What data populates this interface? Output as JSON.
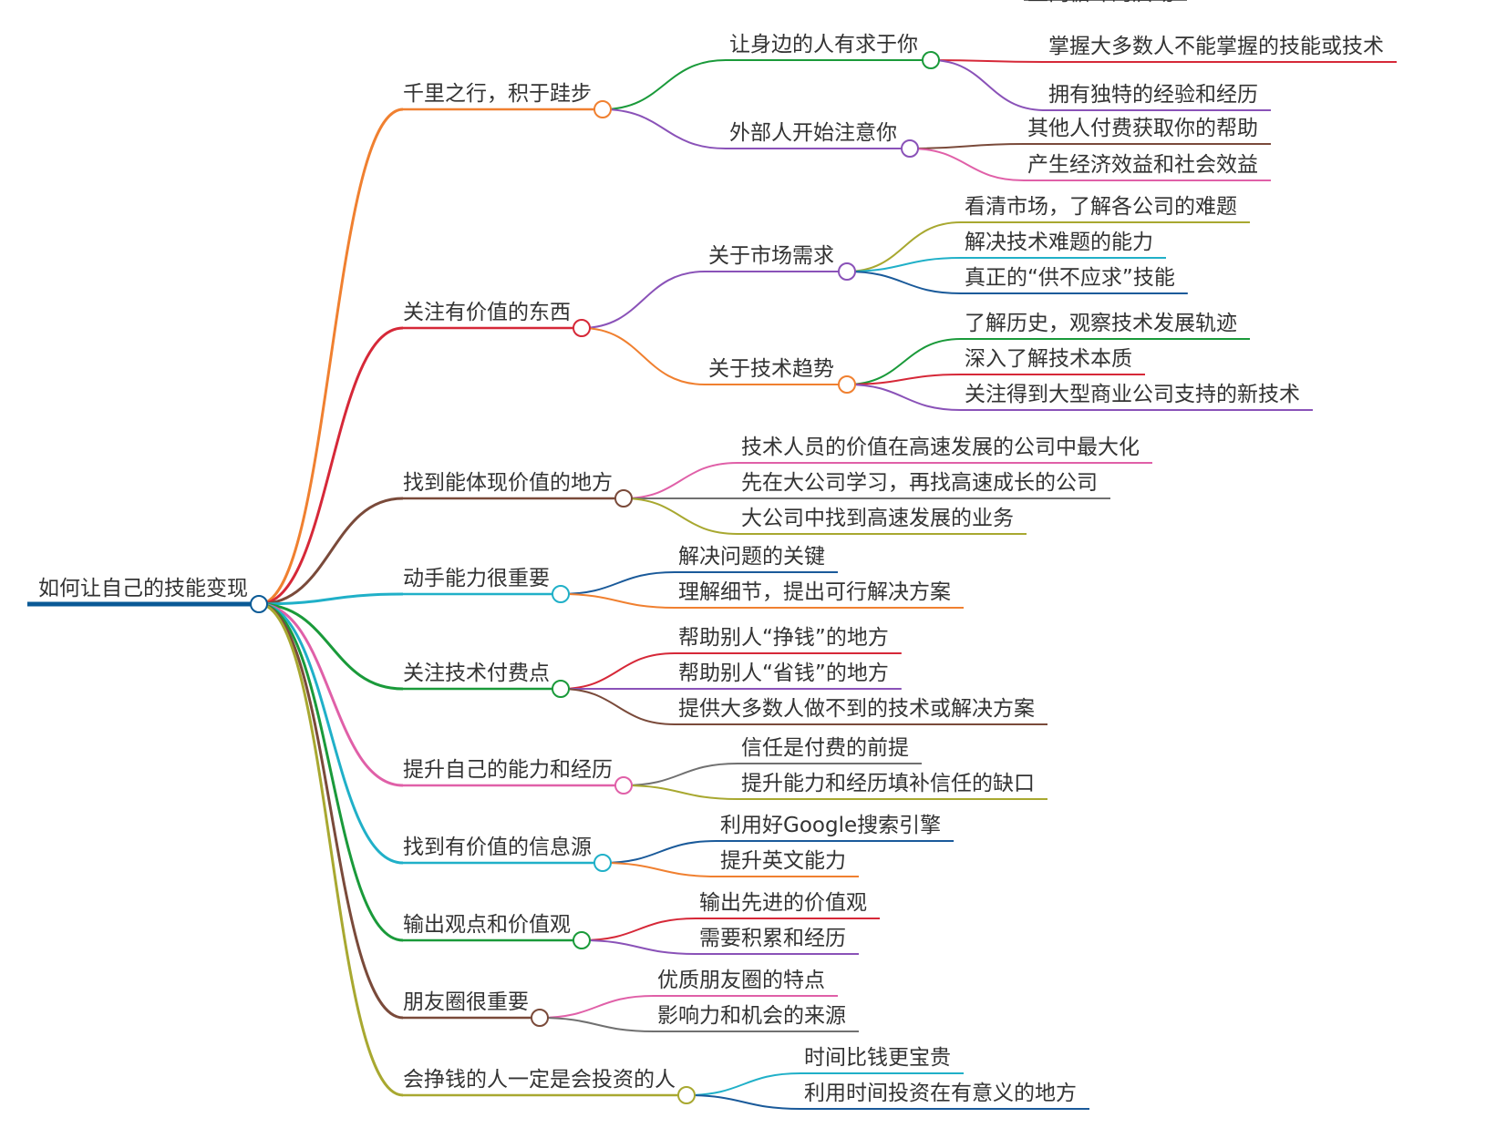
{
  "root": {
    "label": "如何让自己的技能变现",
    "color": "#0a5a96"
  },
  "branches": [
    {
      "label": "千里之行，积于跬步",
      "color": "#f08030",
      "children": [
        {
          "label": "让身边的人有求于你",
          "color": "#1a9a3a",
          "children": [
            {
              "label": "掌握大多数人不能掌握的技能或技术",
              "color": "#d62838"
            },
            {
              "label": "拥有独特的经验和经历",
              "color": "#8a52b8"
            }
          ]
        },
        {
          "label": "外部人开始注意你",
          "color": "#8a52b8",
          "children": [
            {
              "label": "其他人付费获取你的帮助",
              "color": "#7a4a3a"
            },
            {
              "label": "产生经济效益和社会效益",
              "color": "#e060a8"
            },
            {
              "label": "正向循环的启动",
              "color": "#707070"
            }
          ]
        }
      ]
    },
    {
      "label": "关注有价值的东西",
      "color": "#d62838",
      "children": [
        {
          "label": "关于市场需求",
          "color": "#8a52b8",
          "children": [
            {
              "label": "看清市场，了解各公司的难题",
              "color": "#a8a830"
            },
            {
              "label": "解决技术难题的能力",
              "color": "#20b0c8"
            },
            {
              "label": "真正的“供不应求”技能",
              "color": "#1a5a9a"
            }
          ]
        },
        {
          "label": "关于技术趋势",
          "color": "#f08030",
          "children": [
            {
              "label": "了解历史，观察技术发展轨迹",
              "color": "#1a9a3a"
            },
            {
              "label": "深入了解技术本质",
              "color": "#d62838"
            },
            {
              "label": "关注得到大型商业公司支持的新技术",
              "color": "#8a52b8"
            }
          ]
        }
      ]
    },
    {
      "label": "找到能体现价值的地方",
      "color": "#7a4a3a",
      "children": [
        {
          "label": "技术人员的价值在高速发展的公司中最大化",
          "color": "#e060a8"
        },
        {
          "label": "先在大公司学习，再找高速成长的公司",
          "color": "#707070"
        },
        {
          "label": "大公司中找到高速发展的业务",
          "color": "#a8a830"
        }
      ]
    },
    {
      "label": "动手能力很重要",
      "color": "#20b0c8",
      "children": [
        {
          "label": "解决问题的关键",
          "color": "#1a5a9a"
        },
        {
          "label": "理解细节，提出可行解决方案",
          "color": "#f08030"
        }
      ]
    },
    {
      "label": "关注技术付费点",
      "color": "#1a9a3a",
      "children": [
        {
          "label": "帮助别人“挣钱”的地方",
          "color": "#d62838"
        },
        {
          "label": "帮助别人“省钱”的地方",
          "color": "#8a52b8"
        },
        {
          "label": "提供大多数人做不到的技术或解决方案",
          "color": "#7a4a3a"
        }
      ]
    },
    {
      "label": "提升自己的能力和经历",
      "color": "#e060a8",
      "children": [
        {
          "label": "信任是付费的前提",
          "color": "#707070"
        },
        {
          "label": "提升能力和经历填补信任的缺口",
          "color": "#a8a830"
        }
      ]
    },
    {
      "label": "找到有价值的信息源",
      "color": "#20b0c8",
      "children": [
        {
          "label": "利用好Google搜索引擎",
          "color": "#1a5a9a"
        },
        {
          "label": "提升英文能力",
          "color": "#f08030"
        }
      ]
    },
    {
      "label": "输出观点和价值观",
      "color": "#1a9a3a",
      "children": [
        {
          "label": "输出先进的价值观",
          "color": "#d62838"
        },
        {
          "label": "需要积累和经历",
          "color": "#8a52b8"
        }
      ]
    },
    {
      "label": "朋友圈很重要",
      "color": "#7a4a3a",
      "children": [
        {
          "label": "优质朋友圈的特点",
          "color": "#e060a8"
        },
        {
          "label": "影响力和机会的来源",
          "color": "#707070"
        }
      ]
    },
    {
      "label": "会挣钱的人一定是会投资的人",
      "color": "#a8a830",
      "children": [
        {
          "label": "时间比钱更宝贵",
          "color": "#20b0c8"
        },
        {
          "label": "利用时间投资在有意义的地方",
          "color": "#1a5a9a"
        }
      ]
    }
  ]
}
